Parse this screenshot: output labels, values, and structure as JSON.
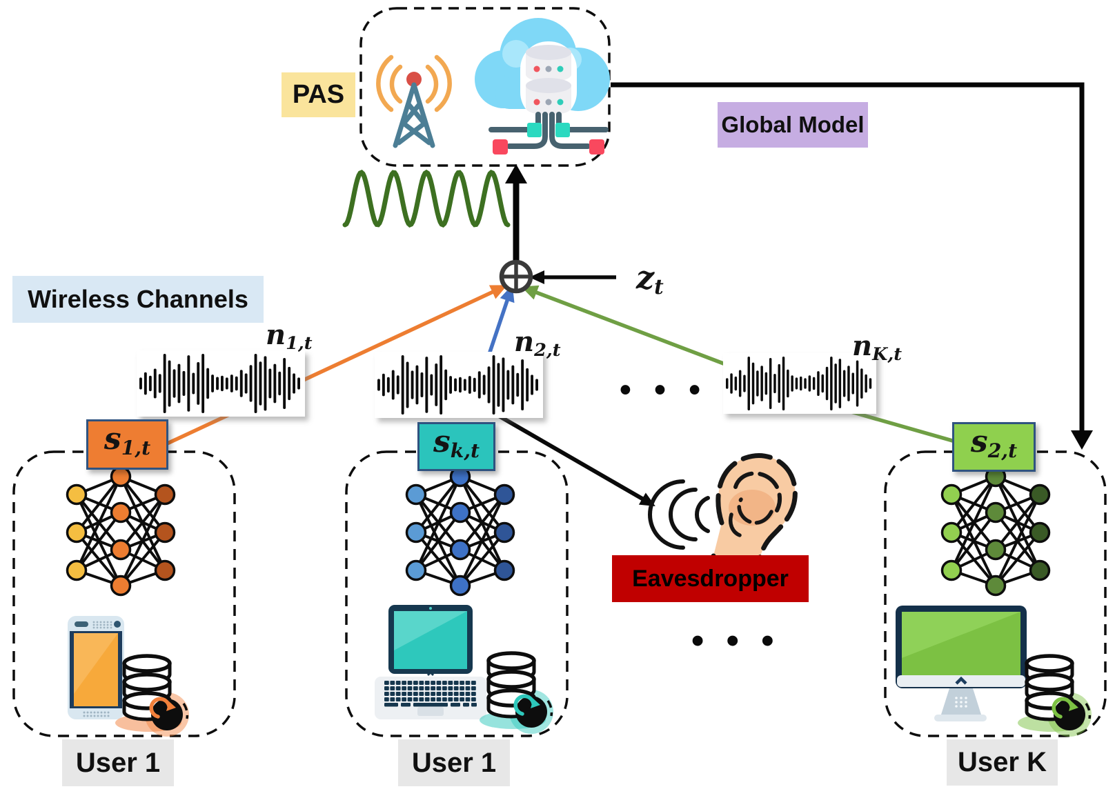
{
  "page": {
    "pas": {
      "label": "PAS"
    },
    "global_model": {
      "label": "Global Model"
    },
    "wireless_channels": {
      "label": "Wireless Channels"
    },
    "eavesdropper": {
      "label": "Eavesdropper"
    },
    "noise": {
      "n1": {
        "base": "n",
        "sub": "1,t"
      },
      "n2": {
        "base": "n",
        "sub": "2,t"
      },
      "nK": {
        "base": "n",
        "sub": "K,t"
      }
    },
    "signals": {
      "s1": {
        "base": "s",
        "sub": "1,t"
      },
      "sk": {
        "base": "s",
        "sub": "k,t"
      },
      "s2": {
        "base": "s",
        "sub": "2,t"
      }
    },
    "aggregated_noise": {
      "base": "z",
      "sub": "t"
    },
    "users": {
      "user1": {
        "label": "User 1"
      },
      "userk": {
        "label": "User 1"
      },
      "userK": {
        "label": "User K"
      }
    },
    "ellipsis": {
      "middle": "• • •",
      "bottom": "• • •"
    },
    "colors": {
      "pas_label_bg": "#FAE49C",
      "global_model_bg": "#C6ADE2",
      "wireless_channels_bg": "#D9E8F4",
      "eavesdropper_bg": "#C00000",
      "user_label_bg": "#E7E7E7",
      "s1_bg": "#EE7D32",
      "sk_bg": "#2BC4BC",
      "s2_bg": "#8FD04E",
      "signal_box_border": "#2F5380",
      "arrow_orange": "#ED7D31",
      "arrow_blue": "#4472C4",
      "arrow_green": "#6F9F44",
      "sine_green": "#3D7021",
      "line_black": "#0d0d0d"
    },
    "icons": {
      "pas": "radio-tower-icon + cloud-server-icon",
      "channel": "waveform-icon",
      "aggregator": "circled-plus-icon",
      "carrier": "sine-wave-icon",
      "eavesdropper": "ear-icon",
      "user1_device": "smartphone-icon",
      "userk_device": "laptop-icon",
      "userK_device": "desktop-monitor-icon",
      "local_data": "database-sync-icon",
      "local_model": "neural-network-icon"
    }
  }
}
